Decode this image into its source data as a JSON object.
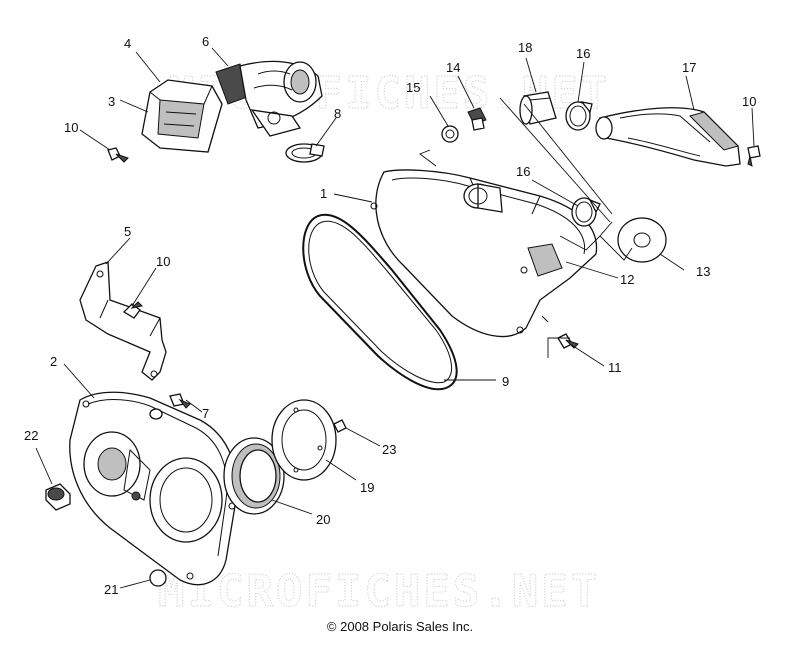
{
  "watermark": "MICROFICHES.NET",
  "copyright": "© 2008 Polaris Sales Inc.",
  "callouts": {
    "c1": "1",
    "c2": "2",
    "c3": "3",
    "c4": "4",
    "c5": "5",
    "c6": "6",
    "c7": "7",
    "c8": "8",
    "c9": "9",
    "c10a": "10",
    "c10b": "10",
    "c10c": "10",
    "c11": "11",
    "c12": "12",
    "c13": "13",
    "c14": "14",
    "c15": "15",
    "c16a": "16",
    "c16b": "16",
    "c17": "17",
    "c18": "18",
    "c19": "19",
    "c20": "20",
    "c21": "21",
    "c22": "22",
    "c23": "23"
  }
}
